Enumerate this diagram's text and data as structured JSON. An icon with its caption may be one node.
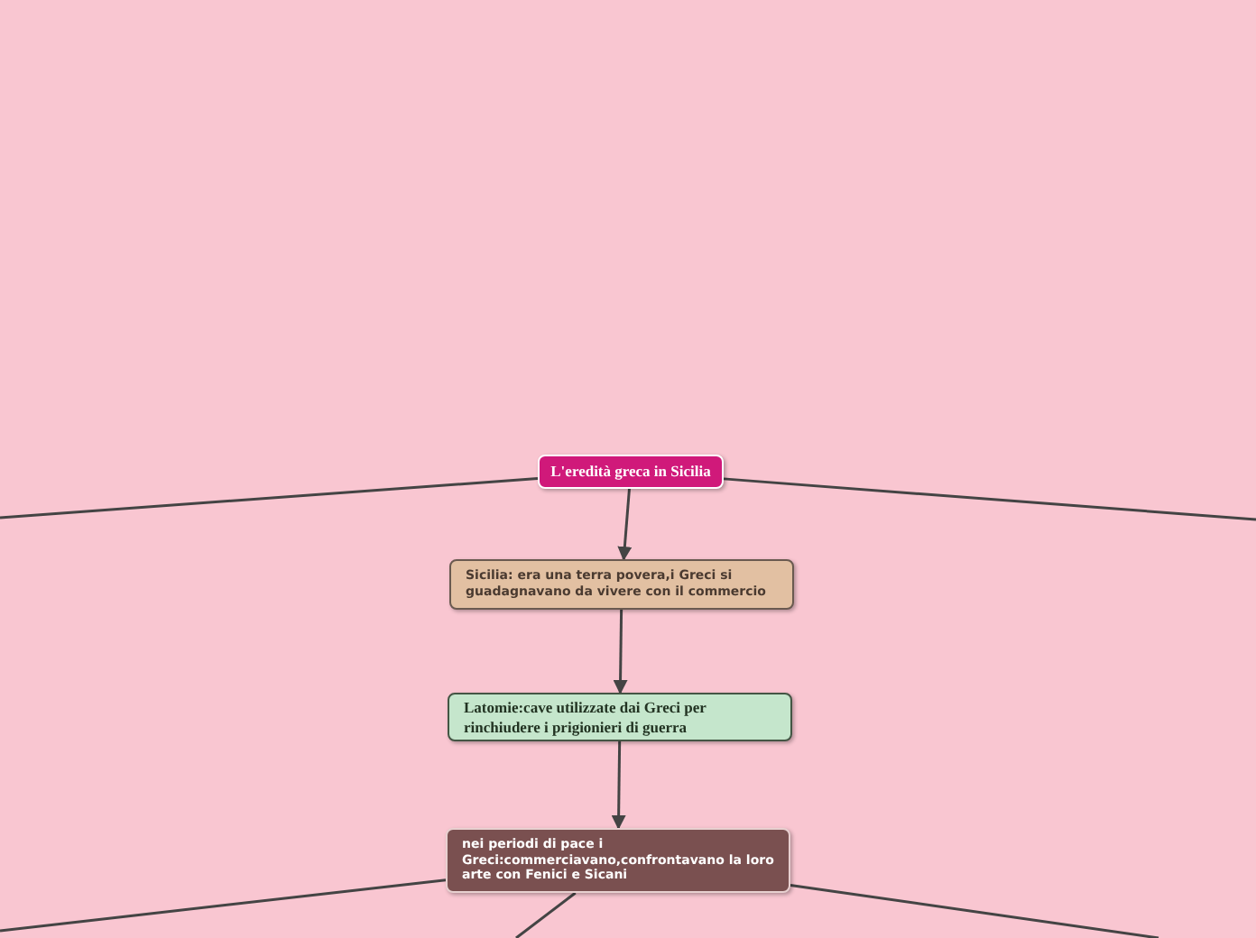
{
  "diagram": {
    "nodes": [
      {
        "text": [
          "L'eredità greca in Sicilia"
        ]
      },
      {
        "text": [
          "Sicilia: era una terra povera,i Greci si guadagnavano da vivere con il commercio"
        ]
      },
      {
        "text": [
          "Latomie:cave utilizzate dai Greci per rinchiudere i prigionieri di guerra"
        ]
      },
      {
        "text": [
          "nei periodi di pace i Greci:commerciavano,confrontavano la loro arte con Fenici e Sicani"
        ]
      }
    ],
    "edges": [
      {
        "from": 0,
        "to": 1,
        "arrow": "to"
      },
      {
        "from": 1,
        "to": 2,
        "arrow": "to"
      },
      {
        "from": 2,
        "to": 3,
        "arrow": "to"
      },
      {
        "from": 0,
        "to": null,
        "arrow": "none"
      },
      {
        "from": 0,
        "to": null,
        "arrow": "none"
      },
      {
        "from": 3,
        "to": null,
        "arrow": "none"
      },
      {
        "from": 3,
        "to": null,
        "arrow": "none"
      },
      {
        "from": 3,
        "to": null,
        "arrow": "none"
      }
    ]
  }
}
